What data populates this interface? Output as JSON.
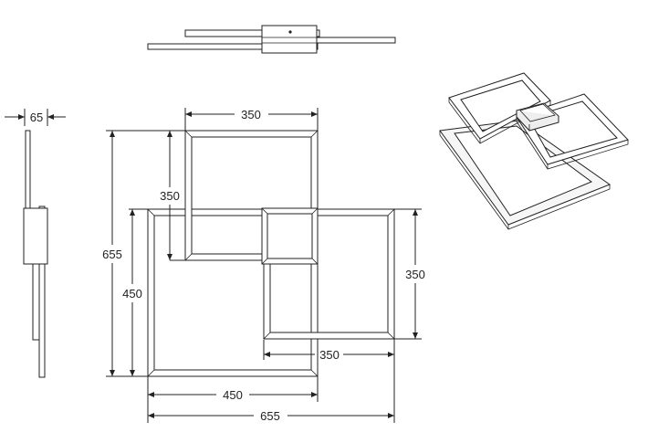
{
  "drawing": {
    "colors": {
      "line": "#222222",
      "background": "#ffffff"
    },
    "side_view": {
      "depth_label": "65"
    },
    "front_view": {
      "top_width_label": "350",
      "top_height_label": "350",
      "right_height_label": "350",
      "inner_bottom_label": "350",
      "overall_height_label": "655",
      "left_height_label": "450",
      "bottom_width_label": "450",
      "overall_width_label": "655"
    }
  }
}
